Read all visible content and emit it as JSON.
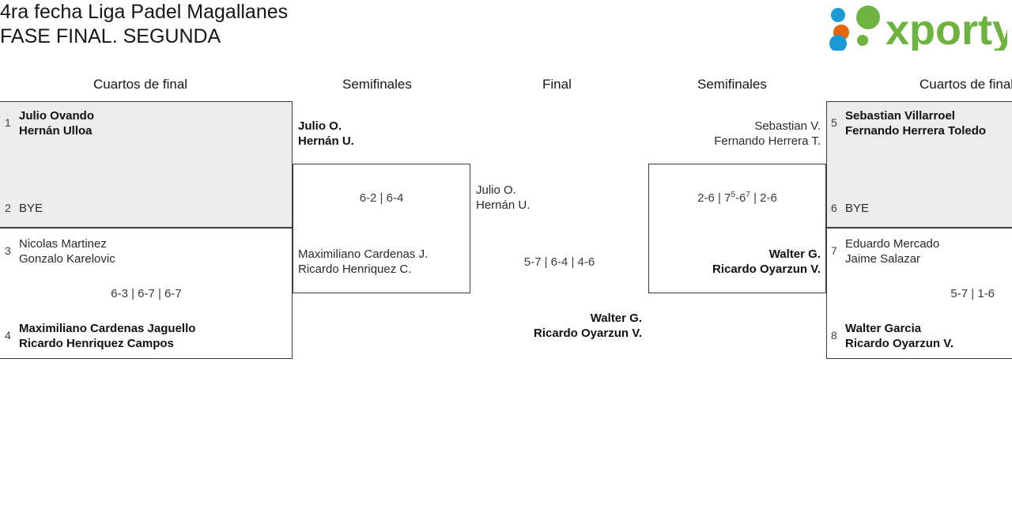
{
  "header": {
    "title": "4ra fecha Liga Padel Magallanes\nFASE FINAL. SEGUNDA",
    "logo_text": "xporty",
    "logo_colors": {
      "green": "#6cb33f",
      "blue": "#1b9ad6",
      "orange": "#e8650d"
    }
  },
  "rounds": [
    {
      "label": "Cuartos de final"
    },
    {
      "label": "Semifinales"
    },
    {
      "label": "Final"
    },
    {
      "label": "Semifinales"
    },
    {
      "label": "Cuartos de final"
    }
  ],
  "matches": {
    "qf1": {
      "top": {
        "seed": "1",
        "players": "Julio Ovando\nHernán Ulloa",
        "winner": true
      },
      "bottom": {
        "seed": "2",
        "players": "BYE",
        "winner": false
      },
      "score": ""
    },
    "qf2": {
      "top": {
        "seed": "3",
        "players": "Nicolas Martinez\nGonzalo Karelovic",
        "winner": false
      },
      "bottom": {
        "seed": "4",
        "players": "Maximiliano Cardenas Jaguello\nRicardo Henriquez Campos",
        "winner": true
      },
      "score": "6-3 | 6-7 | 6-7"
    },
    "sf1": {
      "top": {
        "players": "Julio O.\nHernán U.",
        "winner": true
      },
      "bottom": {
        "players": "Maximiliano Cardenas J.\nRicardo Henriquez C.",
        "winner": false
      },
      "score": "6-2 | 6-4"
    },
    "final": {
      "left": {
        "players": "Julio O.\nHernán U.",
        "winner": false
      },
      "right": {
        "players": "Walter G.\nRicardo Oyarzun V.",
        "winner": true
      },
      "score_plain": "5-7 | 6-4 | 4-6"
    },
    "sf2": {
      "top": {
        "players": "Sebastian V.\nFernando Herrera T.",
        "winner": false
      },
      "bottom": {
        "players": "Walter G.\nRicardo Oyarzun V.",
        "winner": true
      },
      "score_parts": {
        "s1": "2-6 | 7",
        "sup1": "5",
        "s2": "-6",
        "sup2": "7",
        "s3": " | 2-6"
      }
    },
    "qf3": {
      "top": {
        "seed": "5",
        "players": "Sebastian Villarroel\nFernando Herrera Toledo",
        "winner": true
      },
      "bottom": {
        "seed": "6",
        "players": "BYE",
        "winner": false
      },
      "score": ""
    },
    "qf4": {
      "top": {
        "seed": "7",
        "players": "Eduardo Mercado\nJaime Salazar",
        "winner": false
      },
      "bottom": {
        "seed": "8",
        "players": "Walter Garcia\nRicardo Oyarzun V.",
        "winner": true
      },
      "score": "5-7 | 1-6"
    }
  }
}
